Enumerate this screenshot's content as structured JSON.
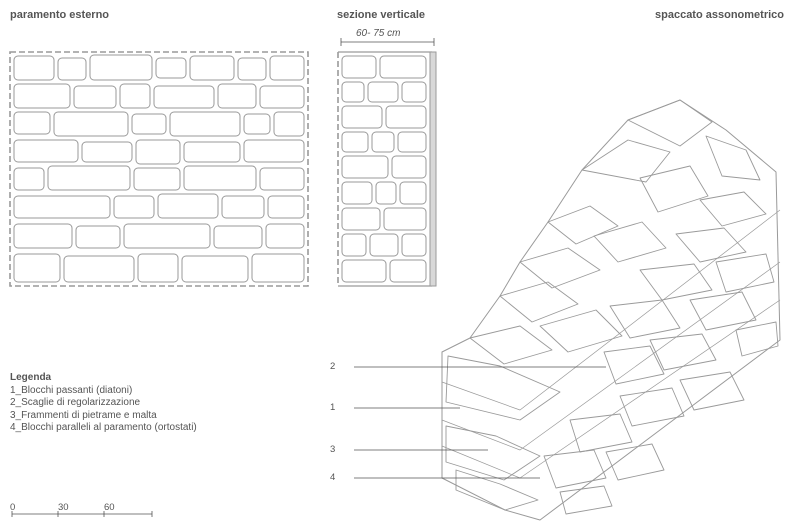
{
  "titles": {
    "external": "paramento esterno",
    "section": "sezione verticale",
    "axon": "spaccato assonometrico"
  },
  "section_dimension": "60- 75 cm",
  "legend": {
    "heading": "Legenda",
    "items": [
      "1_Blocchi passanti (diatoni)",
      "2_Scaglie di regolarizzazione",
      "3_Frammenti di pietrame e malta",
      "4_Blocchi paralleli al paramento (ortostati)"
    ]
  },
  "callouts": [
    "2",
    "1",
    "3",
    "4"
  ],
  "scale": [
    "0",
    "30",
    "60"
  ],
  "colors": {
    "line": "#9a9a9a",
    "text": "#555555"
  }
}
